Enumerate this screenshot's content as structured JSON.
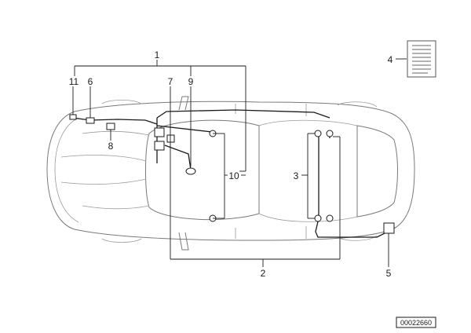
{
  "callouts": {
    "c1": "1",
    "c2": "2",
    "c3": "3",
    "c4": "4",
    "c5": "5",
    "c6": "6",
    "c7": "7",
    "c8": "8",
    "c9": "9",
    "c10": "10",
    "c11": "11"
  },
  "reference_number": "00022660"
}
